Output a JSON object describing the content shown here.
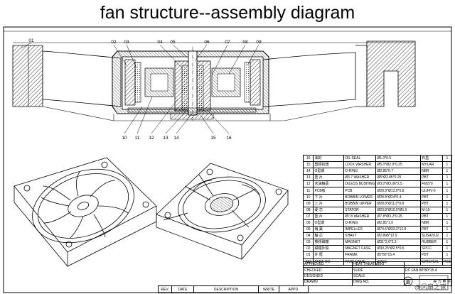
{
  "title": "fan structure--assembly diagram",
  "callouts_top": [
    "01",
    "02",
    "03",
    "04",
    "05",
    "06",
    "07",
    "08",
    "09"
  ],
  "callouts_bottom": [
    "10",
    "11",
    "12",
    "13",
    "14",
    "15",
    "16"
  ],
  "bom": [
    [
      "16",
      "油封",
      "OIL SEAL",
      "Ø1.0*0.5",
      "石墨",
      "1"
    ],
    [
      "15",
      "塑膠扣環",
      "LOCK WASHER",
      "Ø5.0*Ø2.9*0.25",
      "MYLAR",
      "1"
    ],
    [
      "14",
      "O型環",
      "O-RING",
      "Ø2.85*0.7",
      "NBR",
      "1"
    ],
    [
      "13",
      "墊 片",
      "Ø3.7 WASHER",
      "Ø5*Ø2.85*0.25",
      "PBT",
      "1"
    ],
    [
      "12",
      "含油軸承",
      "OILESS BUSHING",
      "Ø3.0*Ø3.06*2.5",
      "FM270",
      "1"
    ],
    [
      "11",
      "PCB板",
      "PCB",
      "Ø28.9*Ø13.0*0.8",
      "UL94V-0",
      "1"
    ],
    [
      "10",
      "下 片",
      "BOBBIN LOWER",
      "Ø28.8*Ø24*0.4",
      "PBT",
      "1"
    ],
    [
      "09",
      "上 片",
      "BOBBIN UPPER",
      "Ø28.8*Ø11.0*0.8",
      "PBT",
      "1"
    ],
    [
      "08",
      "硬 芯",
      "STATOR",
      "Ø23.8*Ø10.0*Ø1.0",
      "M-19",
      "1"
    ],
    [
      "07",
      "墊 片",
      "Ø7.8 WASHER",
      "Ø7.8*Ø3.2*0.25",
      "PBT",
      "1"
    ],
    [
      "06",
      "O型環",
      "O-RING",
      "Ø2.85*1.0",
      "NBR",
      "1"
    ],
    [
      "05",
      "扇 葉",
      "IMPELLER",
      "Ø74.6*Ø33.2*12.8",
      "PBT",
      "1"
    ],
    [
      "04",
      "軸 芯",
      "SHAFT",
      "Ø2.998*12.9",
      "SUS420J2",
      "1"
    ],
    [
      "03",
      "橡膠磁鐵",
      "MAGNET",
      "Ø31*2.6*2.2",
      "RUBBER",
      "1"
    ],
    [
      "02",
      "磁鐵外殼",
      "MAGNET CASE",
      "Ø30.25*Ø2.5*0.6",
      "SPCC",
      "1"
    ],
    [
      "01",
      "外 框",
      "FRAME",
      "80*80*15.4",
      "PBT",
      "1"
    ],
    [
      "NO",
      "PART NO.",
      "PART NAME",
      "SPEC",
      "MATERIAL",
      "PCS"
    ]
  ],
  "title_block": {
    "approved": "APPROVED",
    "heat_treatment": "HEAT TREATMENT",
    "checked": "CHECKED",
    "surf": "SURF.",
    "designed": "DESIGNED",
    "scale": "SCALE",
    "drawn": "DRAWN",
    "dwg_no": "DWG NO.",
    "product": "DC FAN 80*80*15.4",
    "logo_text": "昇 力 电 子",
    "seal_text": "嘉"
  },
  "rev_headers": [
    "REV.",
    "DATE",
    "DESCRIPTION",
    "WRITE",
    "APPD."
  ],
  "watermark": "@风扇之家"
}
